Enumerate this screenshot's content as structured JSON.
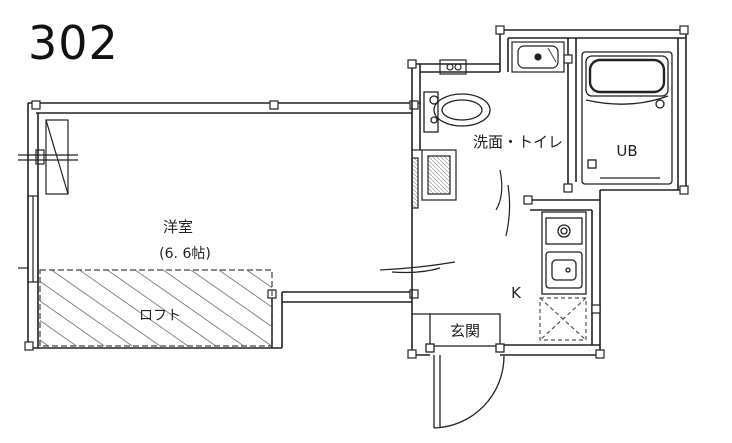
{
  "unit_number": "302",
  "rooms": {
    "western_room": "洋室",
    "western_room_size": "(6. 6帖)",
    "loft": "ロフト",
    "washroom_toilet": "洗面・トイレ",
    "unit_bath": "UB",
    "kitchen": "K",
    "entrance": "玄関"
  },
  "colors": {
    "line": "#222222",
    "wall_fill": "#ffffff",
    "hatch": "#444444",
    "gray": "#9a9a9a"
  }
}
